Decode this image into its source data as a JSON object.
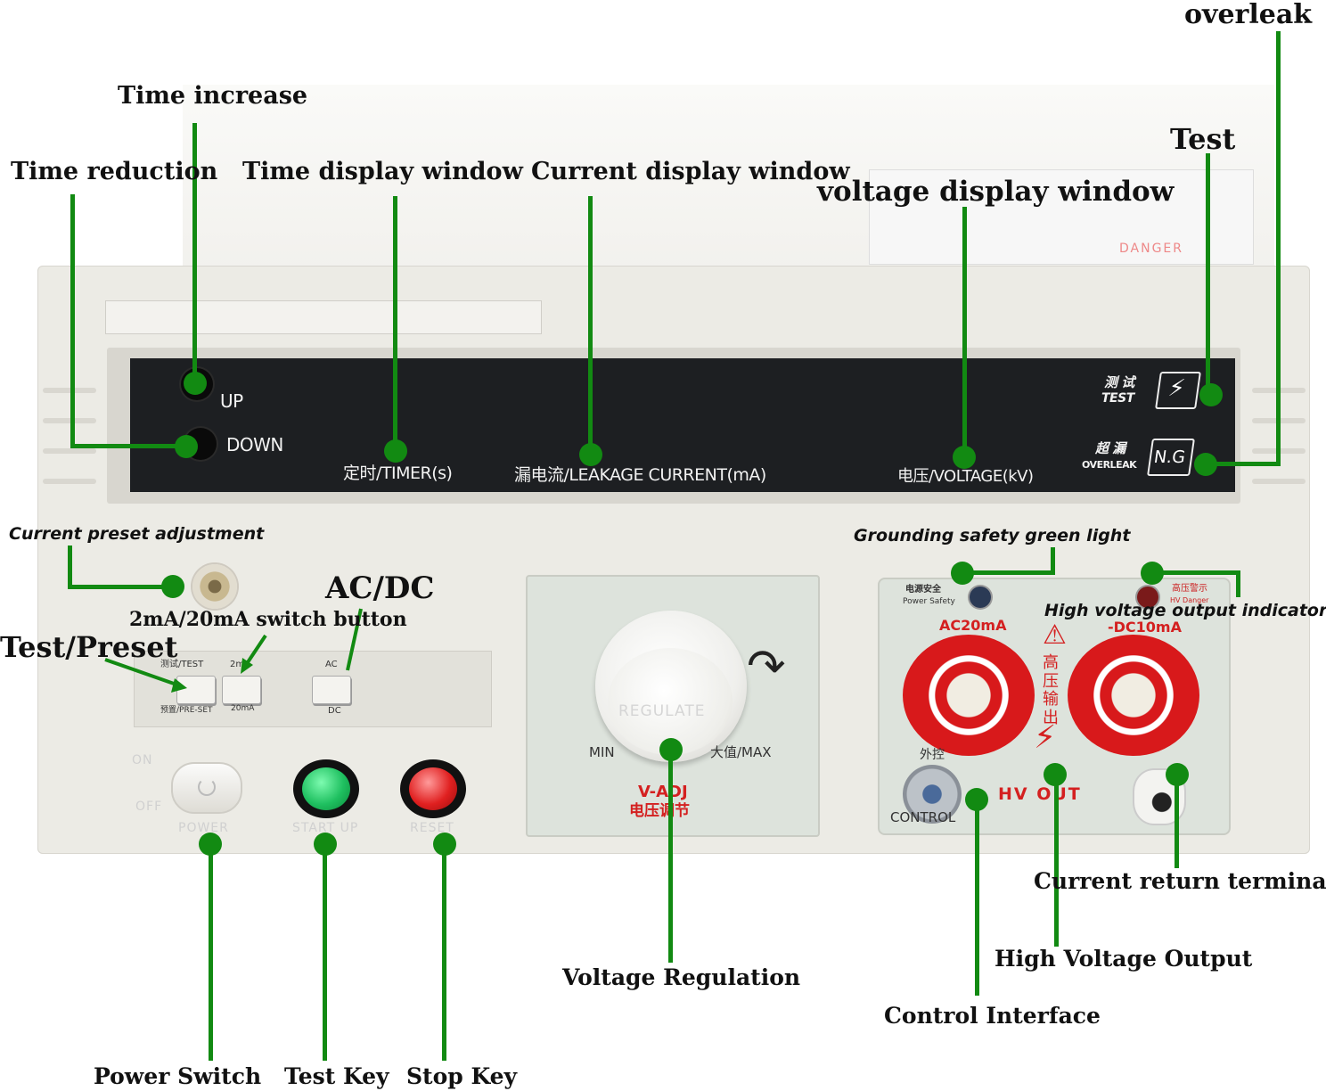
{
  "labels": {
    "overleak": "overleak",
    "time_increase": "Time increase",
    "test": "Test",
    "time_reduction": "Time reduction",
    "time_display": "Time display window",
    "current_display": "Current display window",
    "voltage_display": "voltage display window",
    "current_preset": "Current preset adjustment",
    "grounding_light": "Grounding safety green light",
    "ac_dc": "AC/DC",
    "switch_2ma": "2mA/20mA switch button",
    "hv_indicator": "High voltage output indicator",
    "test_preset": "Test/Preset",
    "current_return": "Current return terminal",
    "hv_output": "High Voltage Output",
    "voltage_regulation": "Voltage Regulation",
    "control_interface": "Control Interface",
    "power_switch": "Power Switch",
    "test_key": "Test Key",
    "stop_key": "Stop Key"
  },
  "panel": {
    "up": "UP",
    "down": "DOWN",
    "timer": "定时/TIMER(s)",
    "leakage": "漏电流/LEAKAGE  CURRENT(mA)",
    "voltage": "电压/VOLTAGE(kV)",
    "test_cn": "测 试",
    "test_en": "TEST",
    "test_symbol": "⚡",
    "overleak_cn": "超 漏",
    "overleak_en": "OVERLEAK",
    "ng": "N.G",
    "danger": "DANGER"
  },
  "controls": {
    "test_cn": "测试/TEST",
    "preset": "预置/PRE-SET",
    "ma2": "2mA",
    "ma20": "20mA",
    "ac": "AC",
    "dc": "DC",
    "on": "ON",
    "off": "OFF",
    "power": "POWER",
    "startup": "START UP",
    "reset": "RESET",
    "regulate": "REGULATE",
    "min": "MIN",
    "max": "大值/MAX",
    "vadj": "V-ADJ",
    "vadj_cn": "电压调节",
    "power_safety_cn": "电源安全",
    "power_safety": "Power Safety",
    "hv_danger_cn": "高压警示",
    "hv_danger": "HV Danger",
    "ac20": "AC20mA",
    "dc10": "-DC10mA",
    "hv_vertical_cn": "高压输出",
    "external_cn": "外控",
    "control": "CONTROL",
    "hv_out": "HV OUT"
  },
  "colors": {
    "accent_green": "#128a12",
    "case": "#e8e6df",
    "display_panel": "#1d1f22",
    "terminal_red": "#d8191b",
    "start_button": "#1fc060",
    "reset_button": "#e02020"
  }
}
